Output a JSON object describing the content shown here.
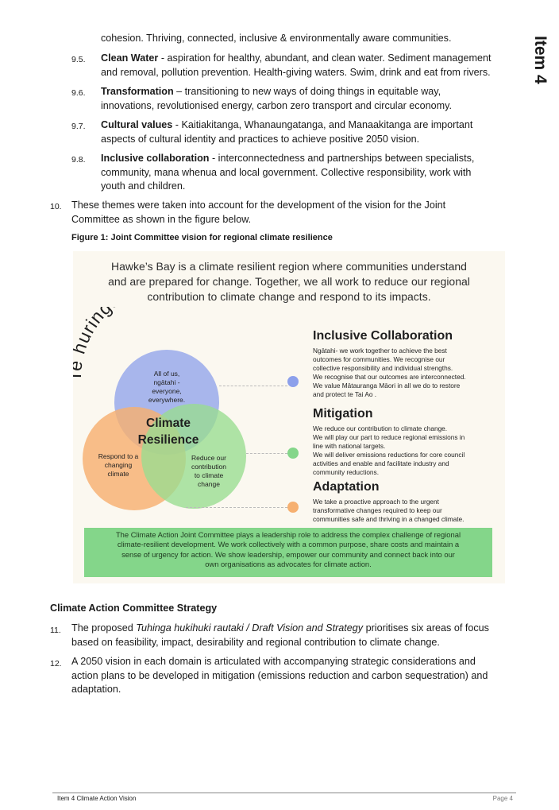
{
  "side_tab": "Item 4",
  "intro_line": "cohesion. Thriving, connected, inclusive & environmentally aware communities.",
  "themes": [
    {
      "num": "9.5.",
      "title": "Clean Water",
      "text1": " - aspiration for healthy, abundant, and clean water. Sediment management",
      "text2": "and removal, pollution prevention. Health-giving waters. Swim, drink and eat from rivers."
    },
    {
      "num": "9.6.",
      "title": "Transformation",
      "text1": " – transitioning to new ways of doing things in equitable way,",
      "text2": "innovations, revolutionised energy, carbon zero transport and circular economy."
    },
    {
      "num": "9.7.",
      "title": "Cultural values",
      "text1": " - Kaitiakitanga, Whanaungatanga, and Manaakitanga are important",
      "text2": "aspects of cultural identity and practices to achieve positive 2050 vision."
    },
    {
      "num": "9.8.",
      "title": "Inclusive collaboration",
      "text1": "  - interconnectedness and partnerships between specialists,",
      "text2": "community, mana whenua and local government. Collective responsibility, work with",
      "text3": "youth and children."
    }
  ],
  "para10": {
    "num": "10.",
    "line1": "These themes were taken into account for the development of the vision for the Joint",
    "line2": "Committee as shown in the figure below."
  },
  "figure_title": "Figure 1: Joint Committee vision for regional climate resilience",
  "figure": {
    "header": [
      "Hawke’s Bay is a climate resilient region where communities understand",
      "and are prepared for change. Together, we all work to reduce our regional",
      "contribution to climate change and respond to its impacts."
    ],
    "arc_text": "Te huringa āhuarangi",
    "blue_label": [
      "All of us,",
      "ngātahi -",
      "everyone,",
      "everywhere."
    ],
    "orange_label": [
      "Respond to a",
      "changing",
      "climate"
    ],
    "green_label": [
      "Reduce our",
      "contribution",
      "to climate",
      "change"
    ],
    "core": [
      "Climate",
      "Resilience"
    ],
    "colors": {
      "blue": "#8ca0eb",
      "orange": "#f6b070",
      "green": "#84d68a"
    },
    "sections": [
      {
        "heading": "Inclusive Collaboration",
        "lines": [
          "Ngātahi- we work together to achieve the best",
          "outcomes for communities. We recognise our",
          "collective responsibility and individual strengths.",
          "We recognise that our outcomes are interconnected.",
          "We value Mātauranga Māori in all we do to restore",
          "and protect te Tai Ao ."
        ]
      },
      {
        "heading": "Mitigation",
        "lines": [
          "We reduce our contribution to climate change.",
          "We will play our part to reduce regional emissions in",
          "line with national targets.",
          "We will deliver emissions reductions for core council",
          "activities and enable and facilitate industry and",
          "community reductions."
        ]
      },
      {
        "heading": "Adaptation",
        "lines": [
          "We take a proactive approach to the urgent",
          "transformative changes required to keep our",
          "communities safe and thriving in a changed climate."
        ]
      }
    ],
    "band": [
      "The Climate Action Joint Committee plays a leadership role to address the complex challenge of regional",
      "climate-resilient development. We work collectively with a common purpose, share costs and maintain a",
      "sense of urgency for action. We show leadership, empower our community and connect back into our",
      "own organisations as advocates for climate action."
    ]
  },
  "section_heading": "Climate Action Committee Strategy",
  "para11": {
    "num": "11.",
    "pre": "The proposed ",
    "italic": "Tuhinga hukihuki rautaki / Draft Vision and Strategy",
    "post": " prioritises six areas of focus",
    "line2": "based on feasibility, impact, desirability and regional contribution to climate change."
  },
  "para12": {
    "num": "12.",
    "line1": "A 2050 vision in each domain is articulated with accompanying strategic considerations and",
    "line2": "action plans to be developed in mitigation (emissions reduction and carbon sequestration) and",
    "line3": "adaptation."
  },
  "footer": {
    "left": "Item 4 Climate Action Vision",
    "right": "Page 4"
  }
}
